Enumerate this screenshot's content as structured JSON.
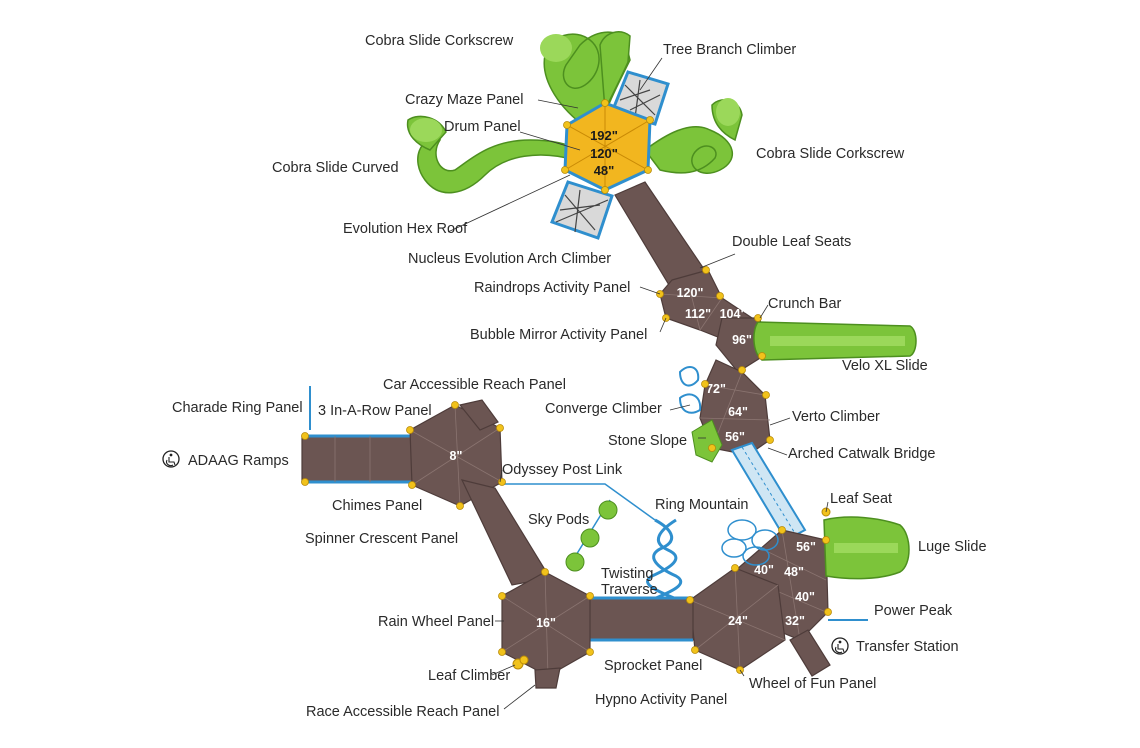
{
  "labels": {
    "cobra_slide_corkscrew_top": "Cobra Slide Corkscrew",
    "tree_branch_climber": "Tree Branch Climber",
    "crazy_maze_panel": "Crazy Maze Panel",
    "drum_panel": "Drum Panel",
    "cobra_slide_curved": "Cobra Slide Curved",
    "cobra_slide_corkscrew_right": "Cobra Slide Corkscrew",
    "evolution_hex_roof": "Evolution Hex Roof",
    "nucleus_evolution_arch_climber": "Nucleus Evolution Arch Climber",
    "double_leaf_seats": "Double Leaf Seats",
    "raindrops_activity_panel": "Raindrops Activity Panel",
    "crunch_bar": "Crunch Bar",
    "bubble_mirror_activity_panel": "Bubble Mirror Activity Panel",
    "velo_xl_slide": "Velo XL Slide",
    "car_accessible_reach_panel": "Car Accessible Reach Panel",
    "charade_ring_panel": "Charade Ring Panel",
    "three_in_a_row_panel": "3 In-A-Row Panel",
    "converge_climber": "Converge Climber",
    "verto_climber": "Verto Climber",
    "adaag_ramps": "ADAAG Ramps",
    "stone_slope": "Stone Slope",
    "arched_catwalk_bridge": "Arched Catwalk Bridge",
    "odyssey_post_link": "Odyssey Post Link",
    "chimes_panel": "Chimes Panel",
    "leaf_seat": "Leaf Seat",
    "sky_pods": "Sky Pods",
    "ring_mountain": "Ring Mountain",
    "spinner_crescent_panel": "Spinner Crescent Panel",
    "luge_slide": "Luge Slide",
    "twisting_traverse_1": "Twisting",
    "twisting_traverse_2": "Traverse",
    "power_peak": "Power Peak",
    "rain_wheel_panel": "Rain Wheel Panel",
    "transfer_station": "Transfer Station",
    "sprocket_panel": "Sprocket Panel",
    "leaf_climber": "Leaf Climber",
    "wheel_of_fun_panel": "Wheel of Fun Panel",
    "hypno_activity_panel": "Hypno Activity Panel",
    "race_accessible_reach_panel": "Race Accessible Reach Panel"
  },
  "heights": {
    "tower_192": "192\"",
    "tower_120": "120\"",
    "tower_48": "48\"",
    "d120": "120\"",
    "d112": "112\"",
    "d104": "104\"",
    "d96": "96\"",
    "d72": "72\"",
    "d64": "64\"",
    "d56a": "56\"",
    "d8": "8\"",
    "d16": "16\"",
    "d24": "24\"",
    "d56b": "56\"",
    "d40a": "40\"",
    "d48": "48\"",
    "d40b": "40\"",
    "d32": "32\""
  },
  "colors": {
    "deck": "#6b5552",
    "slide": "#7cc43a",
    "roof": "#f2b61f",
    "post": "#f1c21b",
    "accent_blue": "#2f8fce"
  },
  "icons": {
    "adaag": "wheelchair-icon",
    "transfer": "wheelchair-icon"
  }
}
